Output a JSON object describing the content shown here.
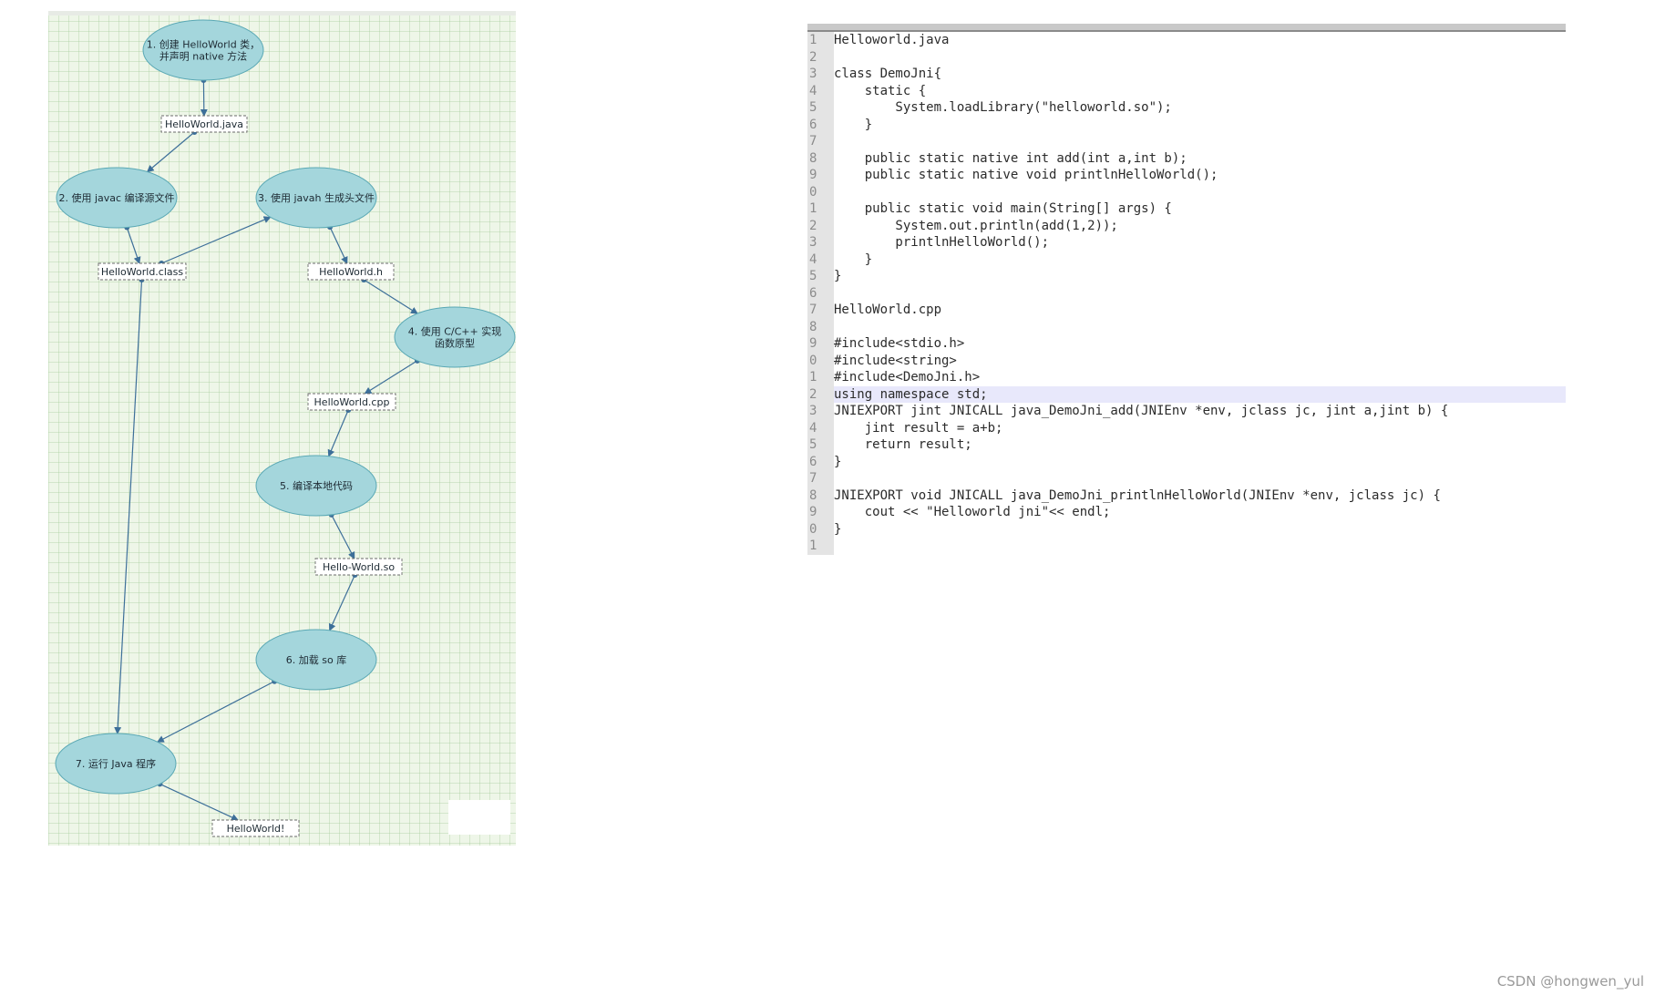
{
  "diagram": {
    "nodes": [
      {
        "id": "n1",
        "lines": [
          "1. 创建 HelloWorld 类，",
          "并声明 native 方法"
        ]
      },
      {
        "id": "n2",
        "lines": [
          "2. 使用 javac 编译源文件"
        ]
      },
      {
        "id": "n3",
        "lines": [
          "3. 使用 javah 生成头文件"
        ]
      },
      {
        "id": "n4",
        "lines": [
          "4. 使用 C/C++ 实现",
          "函数原型"
        ]
      },
      {
        "id": "n5",
        "lines": [
          "5. 编译本地代码"
        ]
      },
      {
        "id": "n6",
        "lines": [
          "6. 加载 so 库"
        ]
      },
      {
        "id": "n7",
        "lines": [
          "7. 运行 Java 程序"
        ]
      }
    ],
    "files": [
      {
        "id": "f1",
        "label": "HelloWorld.java"
      },
      {
        "id": "f2",
        "label": "HelloWorld.class"
      },
      {
        "id": "f3",
        "label": "HelloWorld.h"
      },
      {
        "id": "f4",
        "label": "HelloWorld.cpp"
      },
      {
        "id": "f5",
        "label": "Hello-World.so"
      },
      {
        "id": "f6",
        "label": "HelloWorld!"
      }
    ],
    "edges": [
      [
        "n1",
        "f1"
      ],
      [
        "f1",
        "n2"
      ],
      [
        "n2",
        "f2"
      ],
      [
        "f2",
        "n3"
      ],
      [
        "n3",
        "f3"
      ],
      [
        "f3",
        "n4"
      ],
      [
        "n4",
        "f4"
      ],
      [
        "f4",
        "n5"
      ],
      [
        "n5",
        "f5"
      ],
      [
        "f5",
        "n6"
      ],
      [
        "n6",
        "n7"
      ],
      [
        "f2",
        "n7"
      ],
      [
        "n7",
        "f6"
      ]
    ],
    "colors": {
      "node_fill": "#a4d6dc",
      "node_stroke": "#5aa8b4",
      "edge": "#3d6f99"
    }
  },
  "code": {
    "lines": [
      {
        "num": "1",
        "text": "Helloworld.java"
      },
      {
        "num": "2",
        "text": ""
      },
      {
        "num": "3",
        "text": "class DemoJni{"
      },
      {
        "num": "4",
        "text": "    static {"
      },
      {
        "num": "5",
        "text": "        System.loadLibrary(\"helloworld.so\");"
      },
      {
        "num": "6",
        "text": "    }"
      },
      {
        "num": "7",
        "text": ""
      },
      {
        "num": "8",
        "text": "    public static native int add(int a,int b);"
      },
      {
        "num": "9",
        "text": "    public static native void printlnHelloWorld();"
      },
      {
        "num": "0",
        "text": ""
      },
      {
        "num": "1",
        "text": "    public static void main(String[] args) {"
      },
      {
        "num": "2",
        "text": "        System.out.println(add(1,2));"
      },
      {
        "num": "3",
        "text": "        printlnHelloWorld();"
      },
      {
        "num": "4",
        "text": "    }"
      },
      {
        "num": "5",
        "text": "}"
      },
      {
        "num": "6",
        "text": ""
      },
      {
        "num": "7",
        "text": "HelloWorld.cpp"
      },
      {
        "num": "8",
        "text": ""
      },
      {
        "num": "9",
        "text": "#include<stdio.h>"
      },
      {
        "num": "0",
        "text": "#include<string>"
      },
      {
        "num": "1",
        "text": "#include<DemoJni.h>"
      },
      {
        "num": "2",
        "text": "using namespace std;",
        "highlight": true
      },
      {
        "num": "3",
        "text": "JNIEXPORT jint JNICALL java_DemoJni_add(JNIEnv *env, jclass jc, jint a,jint b) {"
      },
      {
        "num": "4",
        "text": "    jint result = a+b;"
      },
      {
        "num": "5",
        "text": "    return result;"
      },
      {
        "num": "6",
        "text": "}"
      },
      {
        "num": "7",
        "text": ""
      },
      {
        "num": "8",
        "text": "JNIEXPORT void JNICALL java_DemoJni_printlnHelloWorld(JNIEnv *env, jclass jc) {"
      },
      {
        "num": "9",
        "text": "    cout << \"Helloworld jni\"<< endl;"
      },
      {
        "num": "0",
        "text": "}"
      },
      {
        "num": "1",
        "text": ""
      }
    ]
  },
  "watermark": "CSDN @hongwen_yul"
}
